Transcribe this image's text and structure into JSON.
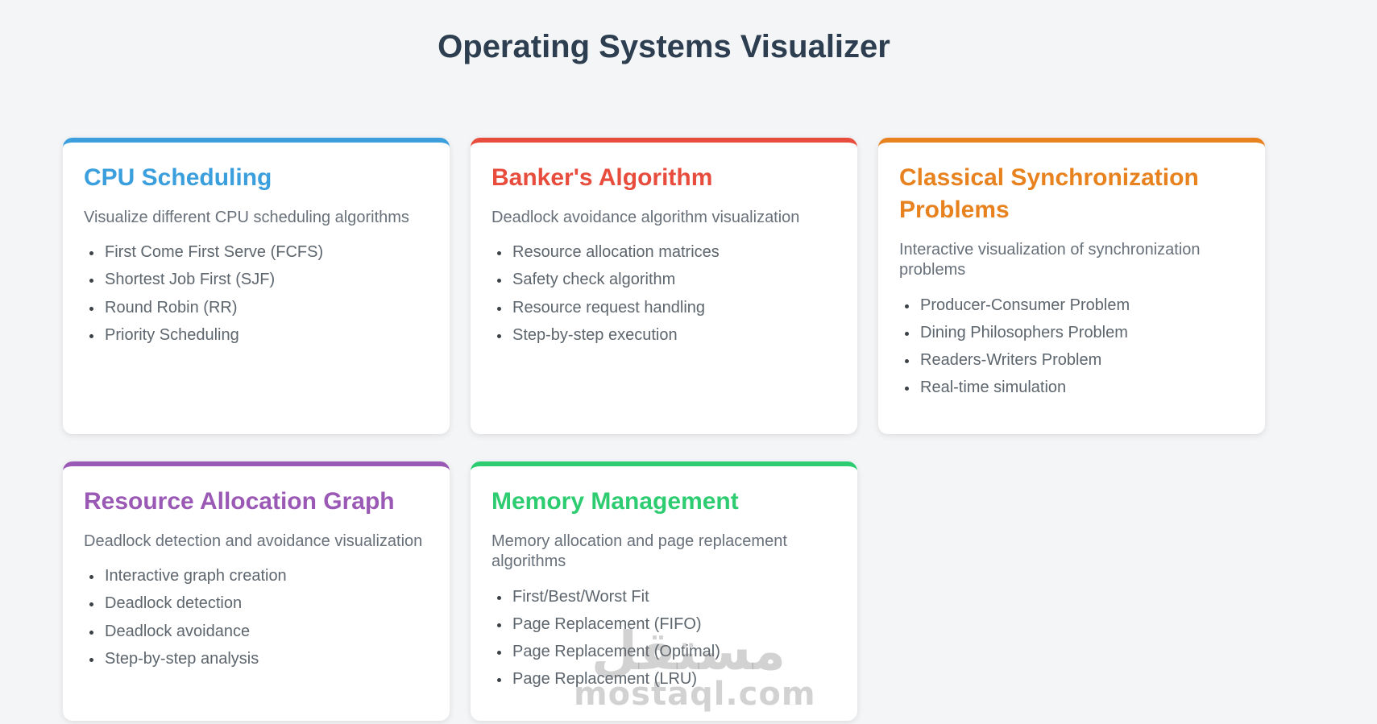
{
  "page": {
    "title": "Operating Systems Visualizer"
  },
  "watermark": {
    "arabic": "مستقل",
    "domain": "mostaql.com"
  },
  "colors": {
    "background": "#f4f5f7",
    "title_text": "#2d3e50",
    "card_background": "#ffffff",
    "description_text": "#68707a",
    "list_text": "#5d656d"
  },
  "cards": [
    {
      "id": "cpu-scheduling",
      "title": "CPU Scheduling",
      "accent": "#3b9fdd",
      "description": "Visualize different CPU scheduling algorithms",
      "features": [
        "First Come First Serve (FCFS)",
        "Shortest Job First (SJF)",
        "Round Robin (RR)",
        "Priority Scheduling"
      ]
    },
    {
      "id": "bankers-algorithm",
      "title": "Banker's Algorithm",
      "accent": "#e74c3c",
      "description": "Deadlock avoidance algorithm visualization",
      "features": [
        "Resource allocation matrices",
        "Safety check algorithm",
        "Resource request handling",
        "Step-by-step execution"
      ]
    },
    {
      "id": "classical-synchronization-problems",
      "title": "Classical Synchronization Problems",
      "accent": "#e8821f",
      "description": "Interactive visualization of synchronization problems",
      "features": [
        "Producer-Consumer Problem",
        "Dining Philosophers Problem",
        "Readers-Writers Problem",
        "Real-time simulation"
      ]
    },
    {
      "id": "resource-allocation-graph",
      "title": "Resource Allocation Graph",
      "accent": "#9b59b6",
      "description": "Deadlock detection and avoidance visualization",
      "features": [
        "Interactive graph creation",
        "Deadlock detection",
        "Deadlock avoidance",
        "Step-by-step analysis"
      ]
    },
    {
      "id": "memory-management",
      "title": "Memory Management",
      "accent": "#2ecc71",
      "description": "Memory allocation and page replacement algorithms",
      "features": [
        "First/Best/Worst Fit",
        "Page Replacement (FIFO)",
        "Page Replacement (Optimal)",
        "Page Replacement (LRU)"
      ]
    }
  ]
}
